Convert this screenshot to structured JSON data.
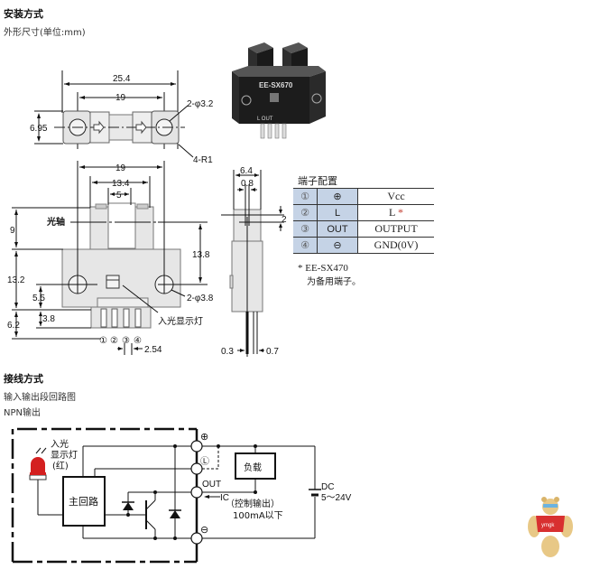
{
  "sections": {
    "install": {
      "title": "安装方式",
      "subtitle": "外形尺寸(单位:mm)"
    },
    "wiring": {
      "title": "接线方式",
      "subtitle1": "输入输出段回路图",
      "subtitle2": "NPN输出"
    }
  },
  "top_view": {
    "width_total": "25.4",
    "hole_pitch": "19",
    "height": "6.95",
    "holes": "2-φ3.2",
    "corner_radius": "4-R1"
  },
  "product_photo": {
    "model_label": "EE-SX670",
    "pin_label": "L OUT"
  },
  "front_view": {
    "width_19": "19",
    "slot_outer": "13.4",
    "slot_width": "5",
    "optical_axis_label": "光轴",
    "dim_9": "9",
    "dim_13_2": "13.2",
    "dim_5_5": "5.5",
    "dim_3_8": "3.8",
    "dim_6_2": "6.2",
    "dim_13_8": "13.8",
    "holes": "2-φ3.8",
    "indicator_label": "入光显示灯",
    "pin_numbers": [
      "①",
      "②",
      "③",
      "④"
    ],
    "pin_pitch": "2.54"
  },
  "side_view": {
    "width": "6.4",
    "slit": "0.8",
    "slit_height": "2",
    "lead_left": "0.3",
    "lead_right": "0.7"
  },
  "terminal_table": {
    "title": "端子配置",
    "rows": [
      {
        "num": "①",
        "symbol": "⊕",
        "name": "Vcc",
        "star": ""
      },
      {
        "num": "②",
        "symbol": "L",
        "name": "L",
        "star": "*"
      },
      {
        "num": "③",
        "symbol": "OUT",
        "name": "OUTPUT",
        "star": ""
      },
      {
        "num": "④",
        "symbol": "⊖",
        "name": "GND(0V)",
        "star": ""
      }
    ],
    "note_line1": "* EE-SX470",
    "note_line2": "为备用端子。"
  },
  "circuit": {
    "led_label_1": "入光",
    "led_label_2": "显示灯",
    "led_label_3": "(红)",
    "main_circuit": "主回路",
    "plus": "⊕",
    "l_terminal": "Ⓛ",
    "out": "OUT",
    "ic": "IC",
    "minus": "⊖",
    "load": "负载",
    "control_output": "（控制输出）",
    "current_limit": "100mA以下",
    "dc": "DC",
    "voltage": "5～24V"
  },
  "colors": {
    "body_gray": "#e6e6e6",
    "table_blue": "#c5d3e6",
    "led_red": "#d42020",
    "star_red": "#c0392b"
  },
  "watermark": {
    "text": "ymgk"
  }
}
